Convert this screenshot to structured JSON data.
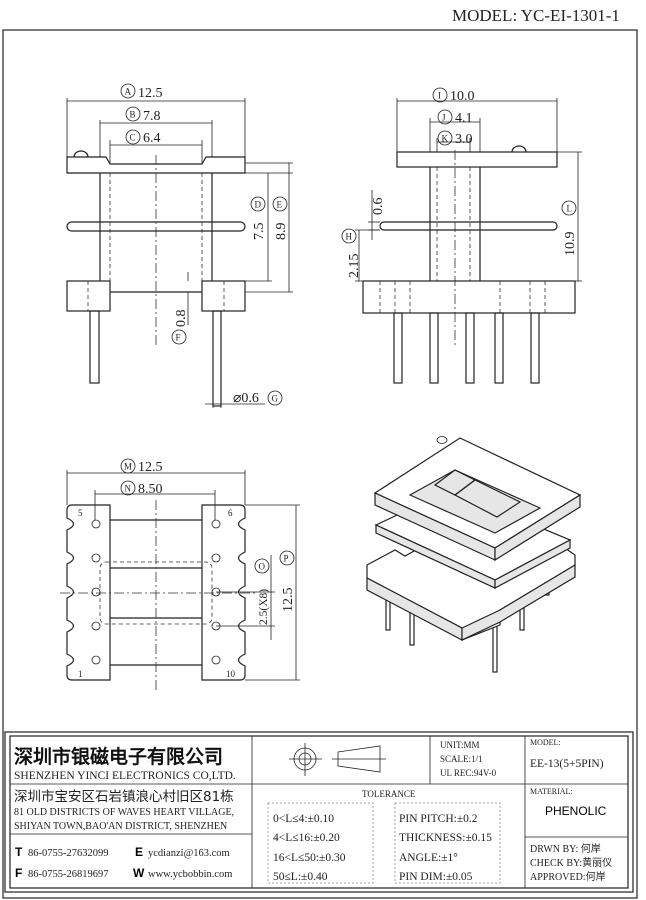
{
  "header": {
    "model_code": "MODEL: YC-EI-1301-1"
  },
  "front_view": {
    "A": {
      "letter": "A",
      "value": "12.5"
    },
    "B": {
      "letter": "B",
      "value": "7.8"
    },
    "C": {
      "letter": "C",
      "value": "6.4"
    },
    "D": {
      "letter": "D",
      "value": "7.5"
    },
    "E": {
      "letter": "E",
      "value": "8.9"
    },
    "F": {
      "letter": "F",
      "value": "0.8"
    },
    "G": {
      "letter": "G",
      "value": "⌀0.6"
    }
  },
  "side_view": {
    "I": {
      "letter": "I",
      "value": "10.0"
    },
    "J": {
      "letter": "J",
      "value": "4.1"
    },
    "K": {
      "letter": "K",
      "value": "3.0"
    },
    "H": {
      "letter": "H",
      "value": "2.15"
    },
    "L": {
      "letter": "L",
      "value": "10.9"
    },
    "flange": "0.6"
  },
  "bottom_view": {
    "M": {
      "letter": "M",
      "value": "12.5"
    },
    "N": {
      "letter": "N",
      "value": "8.50"
    },
    "O": {
      "letter": "O",
      "value": "2.5(X8)"
    },
    "P": {
      "letter": "P",
      "value": "12.5"
    },
    "pin_labels": [
      "5",
      "6",
      "1",
      "10"
    ]
  },
  "title_block": {
    "company_cn": "深圳市银磁电子有限公司",
    "company_en": "SHENZHEN YINCI ELECTRONICS CO,LTD.",
    "address_cn": "深圳市宝安区石岩镇浪心村旧区81栋",
    "address_en_1": "81 OLD DISTRICTS OF WAVES HEART VILLAGE,",
    "address_en_2": "SHIYAN TOWN,BAO'AN DISTRICT, SHENZHEN",
    "contacts": [
      {
        "key": "T",
        "value": "86-0755-27632099"
      },
      {
        "key": "E",
        "value": "ycdianzi@163.com"
      },
      {
        "key": "F",
        "value": "86-0755-26819697"
      },
      {
        "key": "W",
        "value": "www.ycbobbin.com"
      }
    ],
    "unit": "UNIT:MM",
    "scale": "SCALE:1/1",
    "ul_rec": "UL REC:94V-0",
    "model_label": "MODEL:",
    "model_value": "EE-13(5+5PIN)",
    "tolerance_title": "TOLERANCE",
    "tolerance_left": [
      "0<L≤4:±0.10",
      "4<L≤16:±0.20",
      "16<L≤50:±0.30",
      "50≤L:±0.40"
    ],
    "tolerance_right": [
      "PIN PITCH:±0.2",
      "THICKNESS:±0.15",
      "ANGLE:±1°",
      "PIN DIM:±0.05"
    ],
    "material_label": "MATERIAL:",
    "material_value": "PHENOLIC",
    "drawn_by": "DRWN BY: 何岸",
    "check_by": "CHECK BY:黄丽仪",
    "approved": "APPROVED:何岸"
  }
}
